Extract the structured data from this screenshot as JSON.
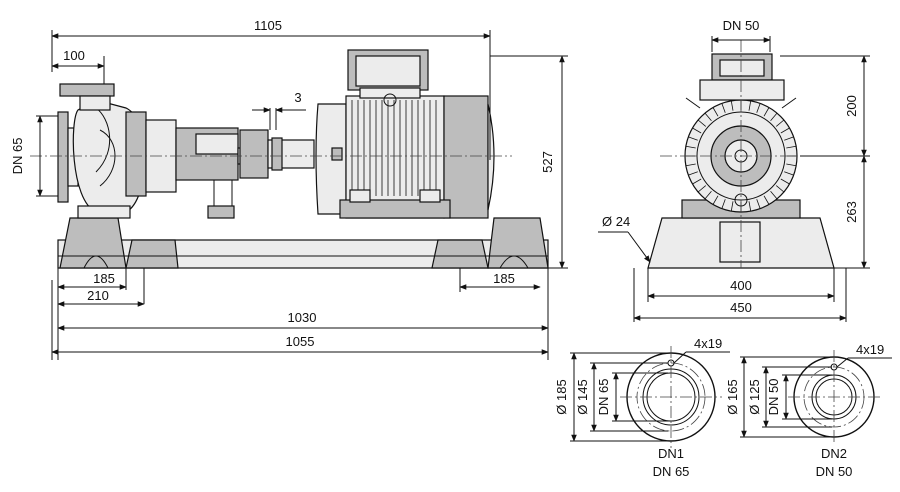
{
  "dimensions": {
    "overall_length_top": "1105",
    "suction_offset": "100",
    "gap": "3",
    "height_total": "527",
    "suction_dn": "DN 65",
    "foot_left": "185",
    "foot_left_2": "210",
    "foot_right": "185",
    "base_length": "1030",
    "base_length_total": "1055"
  },
  "end_view": {
    "discharge_dn": "DN 50",
    "height_upper": "200",
    "height_lower": "263",
    "hole_dia": "Ø 24",
    "width_inner": "400",
    "width_outer": "450"
  },
  "flange_dn1": {
    "holes": "4x19",
    "d_outer": "Ø 185",
    "d_bolt": "Ø 145",
    "dn": "DN 65",
    "label_line1": "DN1",
    "label_line2": "DN 65"
  },
  "flange_dn2": {
    "holes": "4x19",
    "d_outer": "Ø 165",
    "d_bolt": "Ø 125",
    "dn": "DN 50",
    "label_line1": "DN2",
    "label_line2": "DN 50"
  },
  "colors": {
    "line": "#111111",
    "fill_light": "#ececec",
    "fill_dark": "#bdbdbd"
  }
}
